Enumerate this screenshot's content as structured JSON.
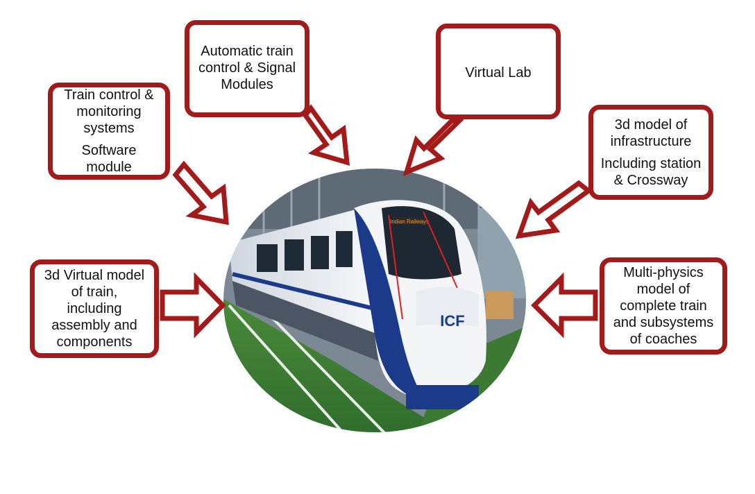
{
  "diagram": {
    "accent_color": "#a31a1a",
    "center_image": "train-photo",
    "boxes": {
      "train_control": {
        "lines": [
          "Train control &",
          "monitoring",
          "systems"
        ],
        "lines2": [
          "Software",
          "module"
        ]
      },
      "atc_signal": {
        "lines": [
          "Automatic train",
          "control & Signal",
          "Modules"
        ]
      },
      "virtual_lab": {
        "lines": [
          "Virtual Lab"
        ]
      },
      "infrastructure": {
        "lines": [
          "3d model of",
          "infrastructure"
        ],
        "lines2": [
          "Including station",
          "& Crossway"
        ]
      },
      "virtual_train": {
        "lines": [
          "3d Virtual model",
          "of train,",
          "including",
          "assembly and",
          "components"
        ]
      },
      "multiphysics": {
        "lines": [
          "Multi-physics",
          "model of",
          "complete train",
          "and subsystems",
          "of coaches"
        ]
      }
    },
    "train_labels": {
      "front_logo": "ICF",
      "destination_display": "Indian Railways"
    }
  }
}
